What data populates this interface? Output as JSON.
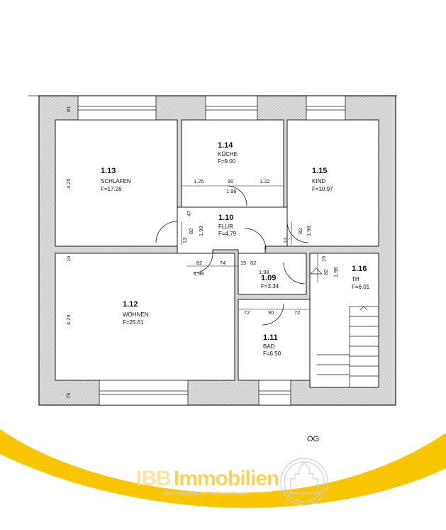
{
  "floor": "OG",
  "rooms": [
    {
      "number": "1.13",
      "name": "SCHLAFEN",
      "area": "F=17.26"
    },
    {
      "number": "1.14",
      "name": "KÜCHE",
      "area": "F=9.00"
    },
    {
      "number": "1.15",
      "name": "KIND",
      "area": "F=10.97"
    },
    {
      "number": "1.10",
      "name": "FLUR",
      "area": "F=4.79"
    },
    {
      "number": "1.12",
      "name": "WOHNEN",
      "area": "F=25.61"
    },
    {
      "number": "1.09",
      "name": "",
      "area": "F=3.34"
    },
    {
      "number": "1.16",
      "name": "TH",
      "area": "F=6.01"
    },
    {
      "number": "1.11",
      "name": "BAD",
      "area": "F=6.50"
    }
  ],
  "dimensions": {
    "d_81": "81",
    "d_425": "4.25",
    "d_16": "16",
    "d_429": "4.29",
    "d_75": "75",
    "d_125": "1.25",
    "d_90a": "90",
    "d_122": "1.22",
    "d_198a": "1.98",
    "d_47": "47",
    "d_13a": "13",
    "d_82a": "82",
    "d_198b": "1.98",
    "d_13b": "13",
    "d_82b": "82",
    "d_198c": "1.98",
    "d_82c": "82",
    "d_74": "74",
    "d_15a": "15",
    "d_82d": "82",
    "d_198d": "1.98",
    "d_198e": "1.98",
    "d_15b": "15",
    "d_82e": "82",
    "d_198f": "1.98",
    "d_72a": "72",
    "d_90b": "90",
    "d_72b": "72"
  },
  "branding": {
    "logo_ibb": "IBB",
    "logo_immobilien": "Immobilien",
    "tagline": "Persönlichkeit mit Verlässlichkeit"
  },
  "colors": {
    "wall": "#d9d9d9",
    "outline": "#1a1a1a",
    "swoosh": "#f7c600",
    "logo": "#f8d25a"
  }
}
